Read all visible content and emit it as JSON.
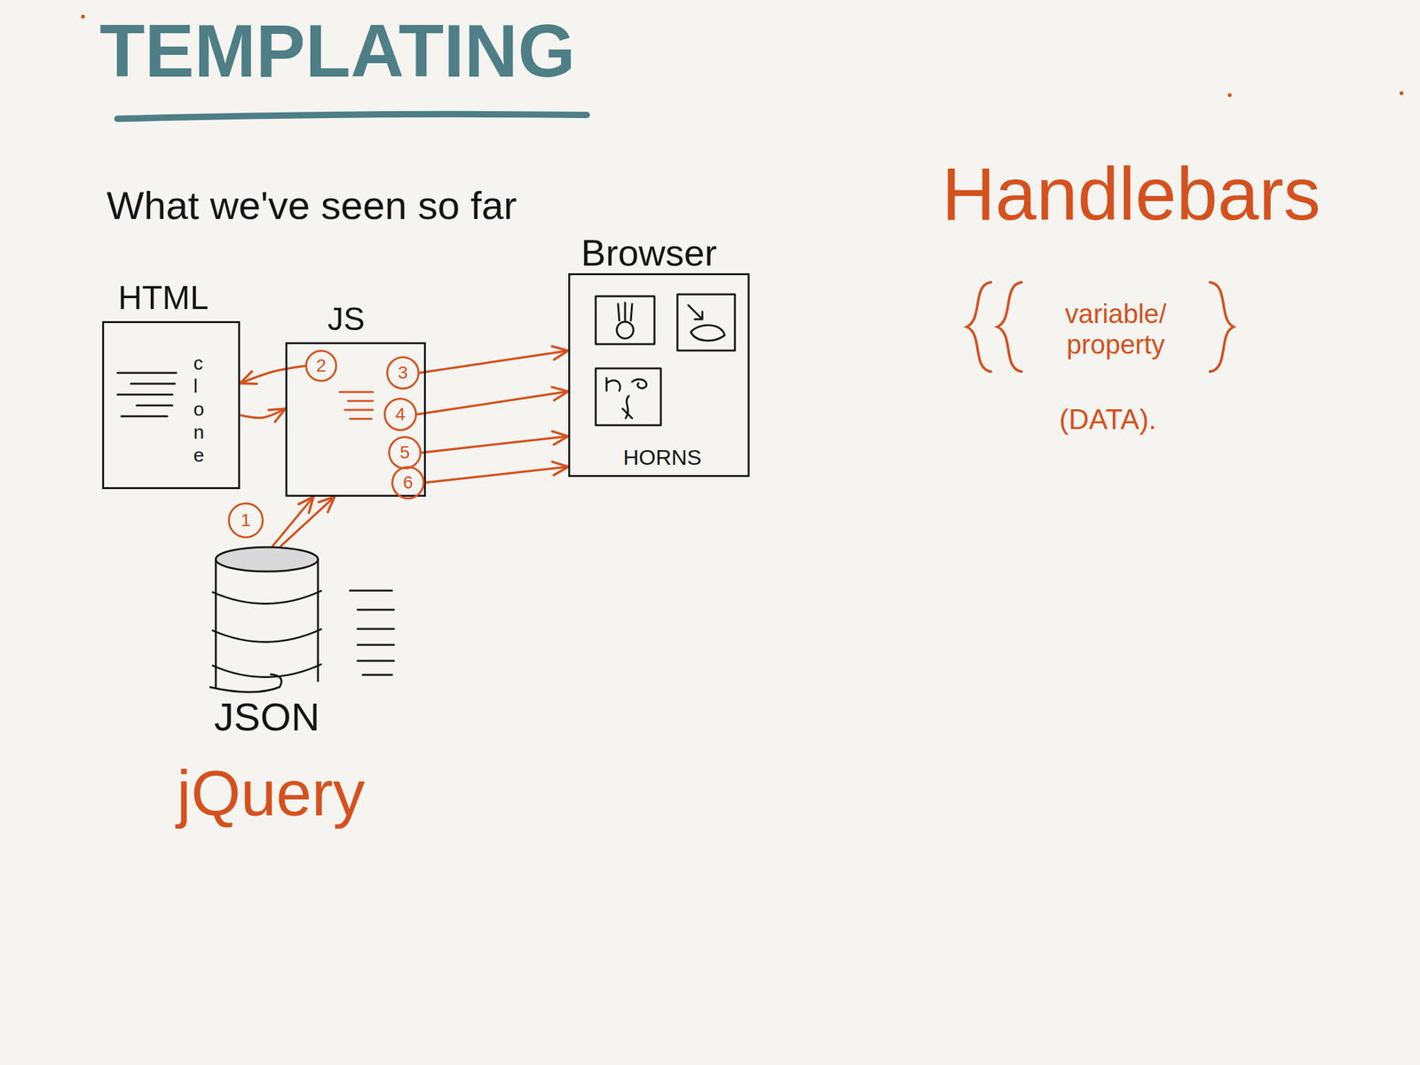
{
  "diagram": {
    "title": "TEMPLATING",
    "nodes": [
      {
        "text": [
          "HTML",
          "clone"
        ]
      },
      {
        "text": [
          "JS"
        ]
      },
      {
        "text": [
          "2"
        ],
        "in": 1
      },
      {
        "text": [
          "3"
        ],
        "in": 1
      },
      {
        "text": [
          "4"
        ],
        "in": 1
      },
      {
        "text": [
          "5"
        ],
        "in": 1
      },
      {
        "text": [
          "6"
        ],
        "in": 1
      },
      {
        "text": [
          "Browser",
          "HORNS"
        ]
      },
      {
        "text": [
          "1"
        ]
      },
      {
        "text": [
          "JSON"
        ]
      }
    ],
    "edges": [
      {
        "from": 2,
        "to": 0,
        "arrow": "to"
      },
      {
        "from": 0,
        "to": 1,
        "arrow": "to"
      },
      {
        "from": 9,
        "to": 1,
        "arrow": "to"
      },
      {
        "from": 9,
        "to": 1,
        "arrow": "to"
      },
      {
        "from": 3,
        "to": 7,
        "arrow": "to"
      },
      {
        "from": 4,
        "to": 7,
        "arrow": "to"
      },
      {
        "from": 5,
        "to": 7,
        "arrow": "to"
      },
      {
        "from": 6,
        "to": 7,
        "arrow": "to"
      }
    ],
    "labels": [
      "What we've seen so far",
      "jQuery",
      "Handlebars",
      "variable/ property",
      "(DATA)."
    ]
  }
}
